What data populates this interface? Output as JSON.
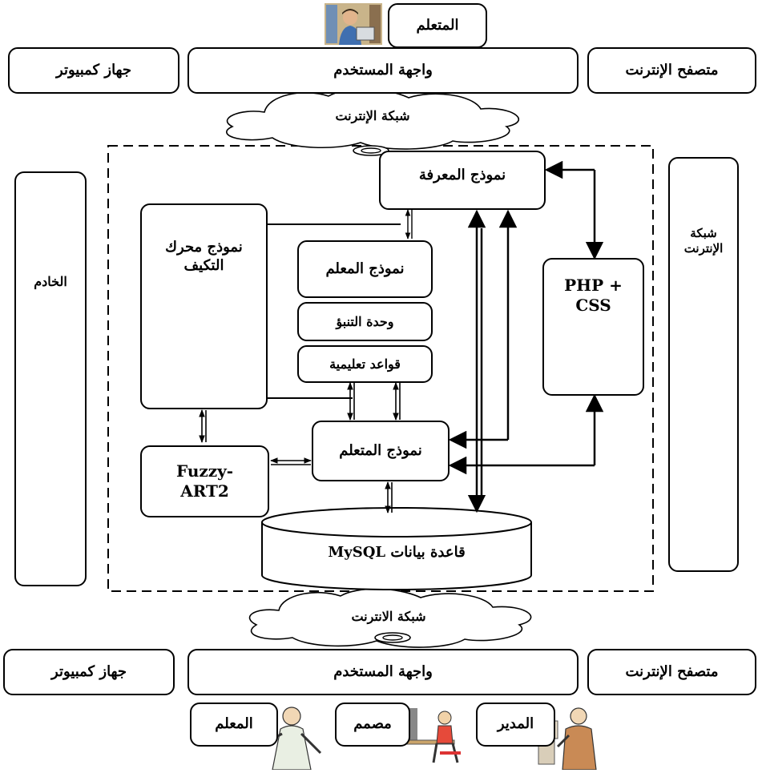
{
  "top": {
    "learner": "المتعلم",
    "computer": "جهاز كمبيوتر",
    "user_interface": "واجهة المستخدم",
    "browser": "متصفح الإنترنت",
    "network": "شبكة الإنترنت"
  },
  "server": {
    "server_label": "الخادم",
    "internet_label": "شبكة الإنترنت",
    "knowledge_model": "نموذج المعرفة",
    "adaptation_engine": "نموذج محرك التكيف",
    "teacher_model": "نموذج المعلم",
    "prediction_unit": "وحدة التنبؤ",
    "instructional_rules": "قواعد تعليمية",
    "php_css": "PHP + CSS",
    "fuzzy_art": "Fuzzy-ART2",
    "learner_model": "نموذج المتعلم",
    "database": "قاعدة بيانات MySQL"
  },
  "bottom": {
    "network": "شبكة الانترنت",
    "computer": "جهاز كمبيوتر",
    "user_interface": "واجهة المستخدم",
    "browser": "متصفح الإنترنت",
    "teacher": "المعلم",
    "designer": "مصمم",
    "admin": "المدير"
  }
}
